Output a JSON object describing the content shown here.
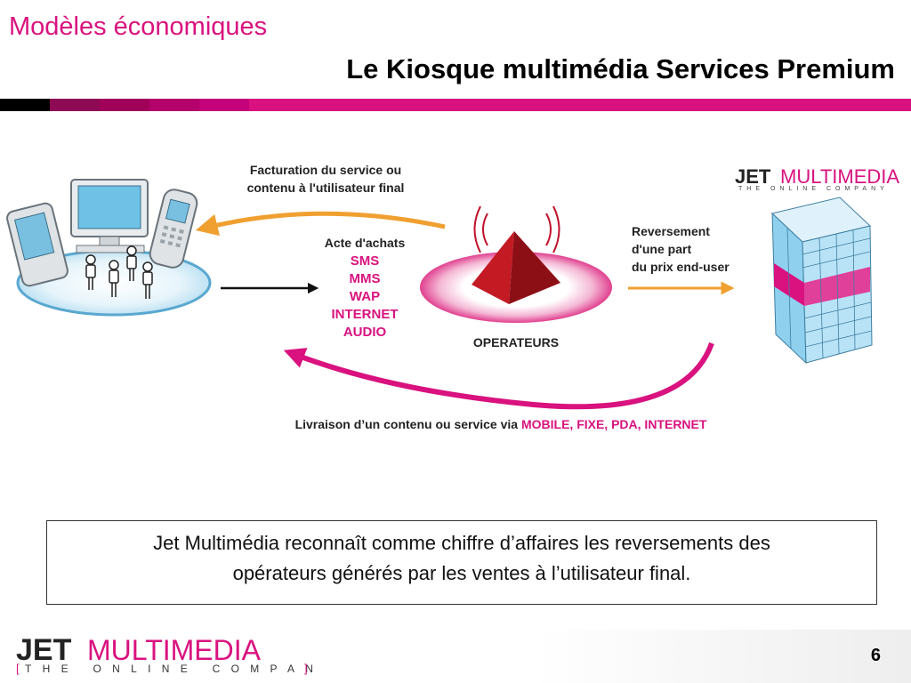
{
  "header": {
    "section_title": "Modèles économiques",
    "slide_title": "Le Kiosque multimédia Services Premium",
    "bar_colors": [
      "#000000",
      "#a0005a",
      "#b3006a",
      "#c4007a",
      "#d0088a",
      "#d9127f"
    ]
  },
  "diagram": {
    "billing_label_line1": "Facturation du service ou",
    "billing_label_line2": "contenu à l'utilisateur final",
    "purchase_title": "Acte d'achats",
    "purchase_items": [
      "SMS",
      "MMS",
      "WAP",
      "INTERNET",
      "AUDIO"
    ],
    "operator_label": "OPERATEURS",
    "reversal_line1": "Reversement",
    "reversal_line2": "d'une part",
    "reversal_line3": "du prix end-user",
    "delivery_prefix": "Livraison d’un contenu ou service via ",
    "delivery_channels": "MOBILE, FIXE, PDA, INTERNET",
    "partner_logo_jet": "JET",
    "partner_logo_multimedia": "MULTIMEDIA",
    "partner_logo_tagline": "THE ONLINE COMPANY"
  },
  "caption": {
    "line1": "Jet Multimédia reconnaît comme chiffre d’affaires les reversements des",
    "line2": "opérateurs générés par les ventes à l’utilisateur final."
  },
  "footer": {
    "logo_jet": "JET",
    "logo_multimedia": "MULTIMEDIA",
    "logo_tagline": "THE ONLINE COMPANY",
    "page_number": "6"
  },
  "colors": {
    "magenta": "#d9127f",
    "orange": "#f0a030",
    "operator_red": "#a01018",
    "building_blue": "#a8d8f0"
  }
}
